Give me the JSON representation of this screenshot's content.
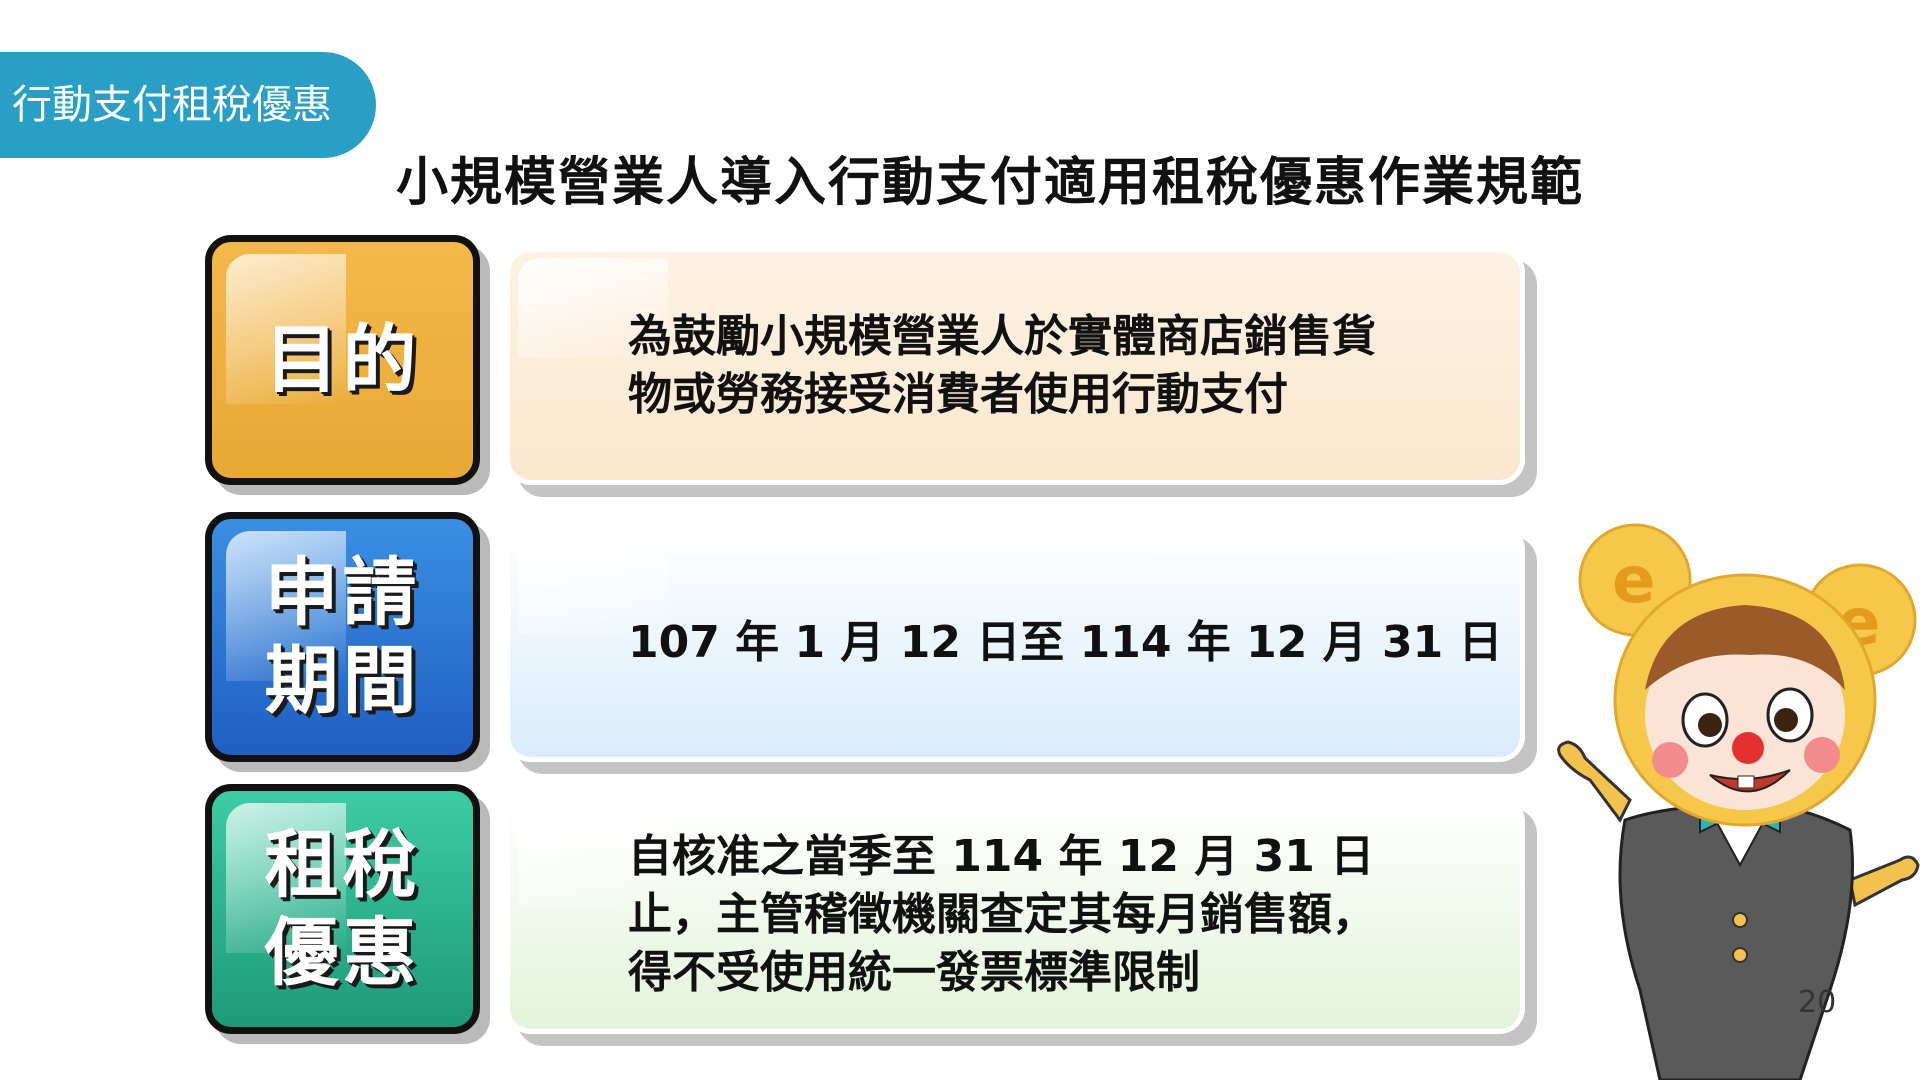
{
  "tag": "行動支付租稅優惠",
  "title": "小規模營業人導入行動支付適用租稅優惠作業規範",
  "rows": [
    {
      "label_lines": [
        "目的"
      ],
      "content_lines": [
        "為鼓勵小規模營業人於實體商店銷售貨",
        "物或勞務接受消費者使用行動支付"
      ]
    },
    {
      "label_lines": [
        "申請",
        "期間"
      ],
      "content_lines": [
        "107 年 1 月 12 日至 114 年 12 月 31 日"
      ]
    },
    {
      "label_lines": [
        "租稅",
        "優惠"
      ],
      "content_lines": [
        "自核准之當季至 114 年 12 月 31 日",
        "止，主管稽徵機關查定其每月銷售額，",
        "得不受使用統一發票標準限制"
      ]
    }
  ],
  "page_number": "20",
  "mascot": {
    "icon": "mouse-mascot-icon",
    "ear_letter": "e"
  },
  "colors": {
    "tag": "#2a9fc6",
    "orange": "#e8a834",
    "blue": "#1f5fc2",
    "green": "#1e9a78"
  }
}
